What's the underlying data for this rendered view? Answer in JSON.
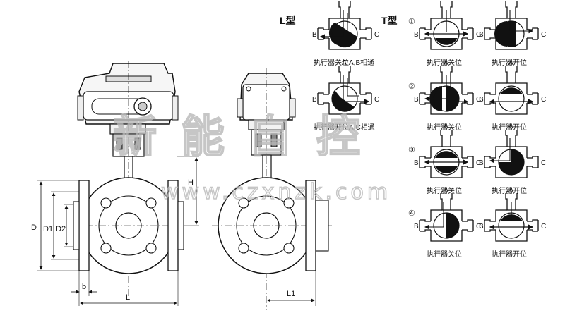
{
  "type_labels": {
    "l_type": "L型",
    "t_type": "T型"
  },
  "ports": {
    "a": "A",
    "b": "B",
    "c": "C"
  },
  "dims": {
    "d": "D",
    "d1": "D1",
    "d2": "D2",
    "b": "b",
    "l": "L",
    "l1": "L1",
    "h": "H"
  },
  "l_captions": [
    "执行器关位A,B相通",
    "执行器开位A,C相通"
  ],
  "t_captions": {
    "closed": "执行器关位",
    "open": "执行器开位"
  },
  "t_numbers": [
    "①",
    "②",
    "③",
    "④"
  ],
  "watermark": {
    "name": "新能自控",
    "url": "www.czxnzk.com"
  }
}
